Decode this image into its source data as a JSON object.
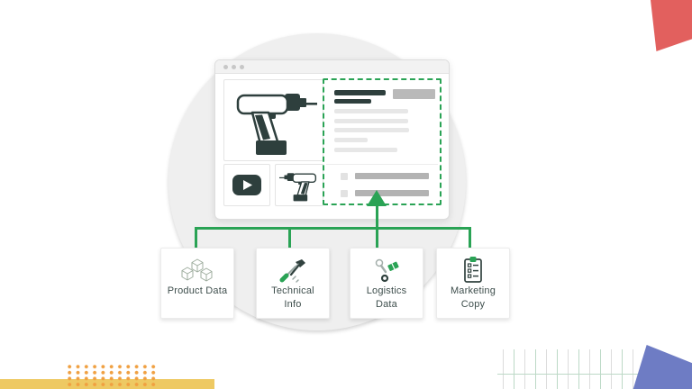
{
  "cards": [
    {
      "label": "Product Data",
      "icon": "cubes-icon"
    },
    {
      "label": "Technical Info",
      "icon": "tools-icon"
    },
    {
      "label": "Logistics Data",
      "icon": "logistics-icon"
    },
    {
      "label": "Marketing Copy",
      "icon": "clipboard-icon"
    }
  ],
  "browser_mockup": {
    "title_bar_dots": 3,
    "content_icons": [
      "drill-illustration",
      "play-button-icon",
      "small-drill-illustration"
    ],
    "highlight": "green-dashed-outline-around-text-area"
  },
  "colors": {
    "accent_green": "#2aa355",
    "dark_ink": "#2e3f3d",
    "placeholder_gray": "#b9b9b9",
    "placeholder_light": "#e7e7e7",
    "circle_bg": "#efefef",
    "corner_top_right": "#e2605e",
    "corner_bottom_right": "#6e7cc4",
    "bottom_bar_yellow": "#eec963",
    "dots_orange": "#f0a041",
    "grid_gray": "#dcdcdc",
    "grid_green": "#bcd9c6"
  }
}
